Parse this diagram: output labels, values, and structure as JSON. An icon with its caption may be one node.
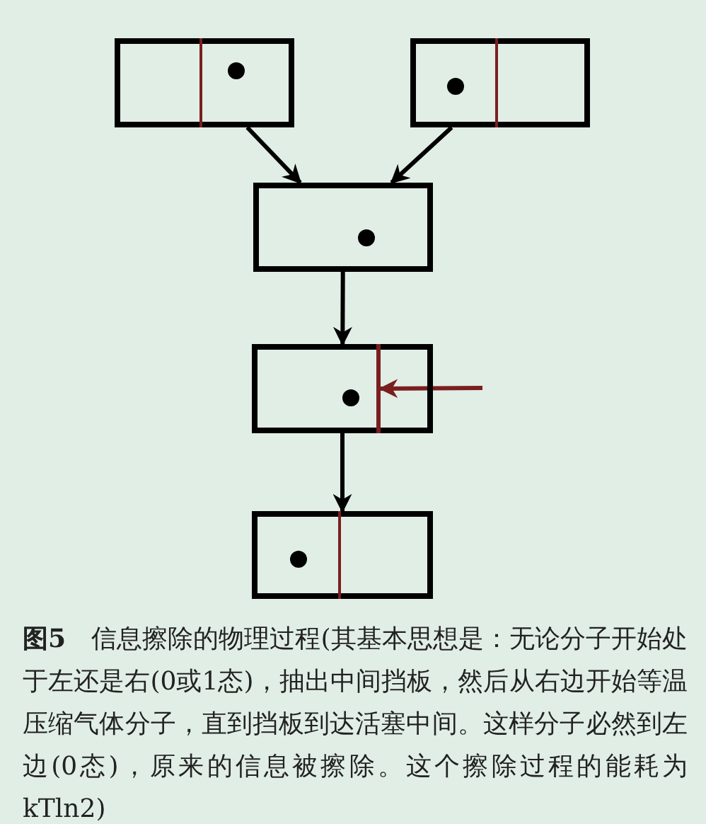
{
  "diagram": {
    "caption": "**图5**　信息擦除的物理过程(其基本思想是：无论分子开始处于左还是右(0或1态)，抽出中间挡板，然后从右边开始等温压缩气体分子，直到挡板到达活塞中间。这样分子必然到左边(0态)，原来的信息被擦除。这个擦除过程的能耗为kTln2)",
    "nodes": [
      {
        "text": [],
        "shape": "box"
      },
      {
        "text": [],
        "shape": "box"
      },
      {
        "text": [],
        "shape": "box"
      },
      {
        "text": [],
        "shape": "box"
      },
      {
        "text": [],
        "shape": "bar",
        "in": 3
      },
      {
        "text": [],
        "shape": "box"
      }
    ],
    "edges": [
      {
        "from": 0,
        "to": 2,
        "arrow": "to"
      },
      {
        "from": 1,
        "to": 2,
        "arrow": "to"
      },
      {
        "from": 2,
        "to": 3,
        "arrow": "to"
      },
      {
        "from": 3,
        "to": 5,
        "arrow": "to"
      },
      {
        "from": null,
        "to": 4,
        "arrow": "to",
        "color": "#7a1f1f"
      }
    ]
  }
}
